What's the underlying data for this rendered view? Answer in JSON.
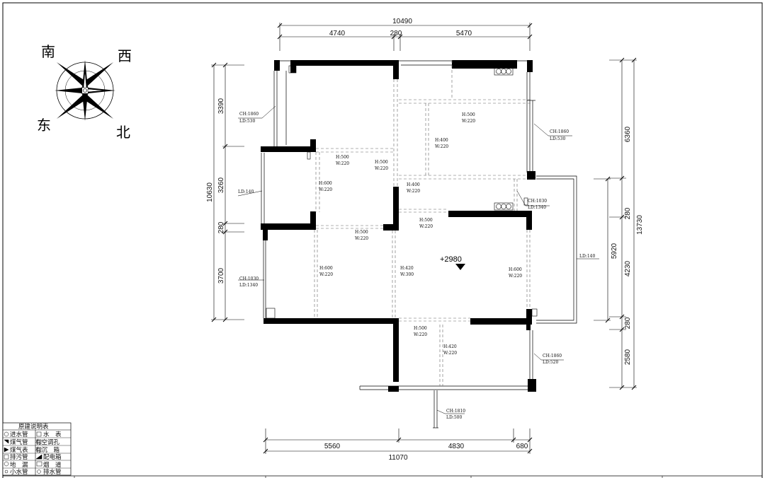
{
  "compass": {
    "south": "南",
    "west": "西",
    "east": "东",
    "north": "北"
  },
  "dims": {
    "top_total": "10490",
    "top_a": "4740",
    "top_b": "280",
    "top_c": "5470",
    "bottom_a": "5560",
    "bottom_b": "4830",
    "bottom_c": "680",
    "bottom_total": "11070",
    "left_a": "3390",
    "left_b": "3260",
    "left_c": "280",
    "left_d": "3700",
    "left_total": "10630",
    "right_a": "6360",
    "right_b": "280",
    "right_c": "4230",
    "right_d": "280",
    "right_e": "2580",
    "right_total": "13730",
    "right_inner": "5920"
  },
  "elevation": "+2980",
  "notes": {
    "n1a": "CH:1860",
    "n1b": "LD:530",
    "n2a": "CH:1860",
    "n2b": "LD:530",
    "n3": "LD:140",
    "n4a": "CH:1030",
    "n4b": "LD:1340",
    "n5a": "CH:1030",
    "n5b": "LD:1340",
    "n6": "LD:140",
    "n7a": "CH:1860",
    "n7b": "LD:520",
    "n8a": "CH:1810",
    "n8b": "LD:500",
    "b1a": "H:500",
    "b1b": "W:220",
    "b2a": "H:400",
    "b2b": "W:220",
    "b3a": "H:500",
    "b3b": "W:220",
    "b4a": "H:500",
    "b4b": "W:220",
    "b5a": "H:600",
    "b5b": "W:220",
    "b6a": "H:400",
    "b6b": "W:220",
    "b7a": "H:500",
    "b7b": "W:220",
    "b8a": "H:500",
    "b8b": "W:220",
    "b9a": "H:600",
    "b9b": "W:220",
    "b10a": "H:420",
    "b10b": "W:300",
    "b11a": "H:600",
    "b11b": "W:220",
    "b12a": "H:500",
    "b12b": "W:220",
    "b13a": "H:420",
    "b13b": "W:220"
  },
  "legend": {
    "title": "原建说明表",
    "rows": [
      [
        "进水管",
        "水　表"
      ],
      [
        "煤气管",
        "有空调孔"
      ],
      [
        "煤气表",
        "有沉　箱"
      ],
      [
        "排污管",
        "配电箱"
      ],
      [
        "地　漏",
        "烟　道"
      ],
      [
        "小水管",
        "排水管"
      ]
    ]
  }
}
